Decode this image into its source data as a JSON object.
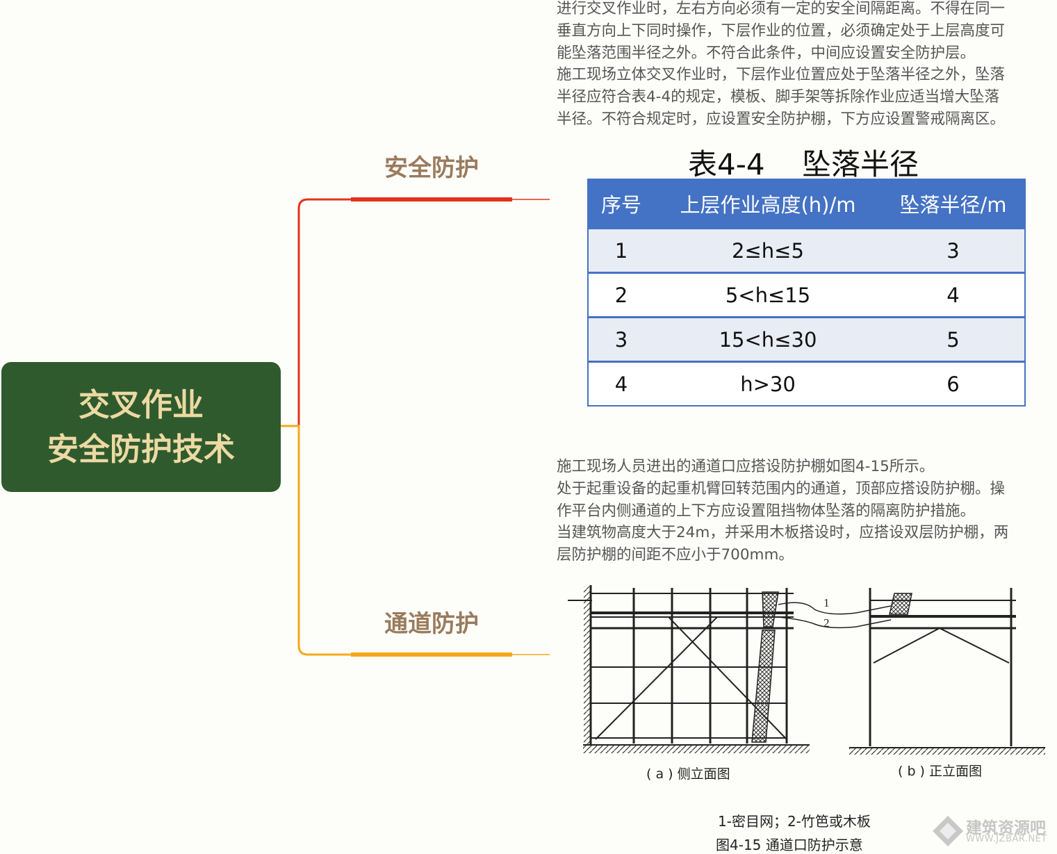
{
  "root": {
    "line1": "交叉作业",
    "line2": "安全防护技术"
  },
  "branches": [
    {
      "label": "安全防护",
      "color": "#e5321b"
    },
    {
      "label": "通道防护",
      "color": "#f5a918"
    }
  ],
  "section1": {
    "lines": [
      "进行交叉作业时，左右方向必须有一定的安全间隔距离。不得在同一",
      "垂直方向上下同时操作，下层作业的位置，必须确定处于上层高度可",
      "能坠落范围半径之外。不符合此条件，中间应设置安全防护层。",
      "施工现场立体交叉作业时，下层作业位置应处于坠落半径之外，坠落",
      "半径应符合表4-4的规定，模板、脚手架等拆除作业应适当增大坠落",
      "半径。不符合规定时，应设置安全防护棚，下方应设置警戒隔离区。"
    ]
  },
  "table": {
    "title": "表4-4    坠落半径",
    "headers": [
      "序号",
      "上层作业高度(h)/m",
      "坠落半径/m"
    ],
    "rows": [
      [
        "1",
        "2≤h≤5",
        "3"
      ],
      [
        "2",
        "5<h≤15",
        "4"
      ],
      [
        "3",
        "15<h≤30",
        "5"
      ],
      [
        "4",
        "h>30",
        "6"
      ]
    ]
  },
  "section2": {
    "lines": [
      "施工现场人员进出的通道口应搭设防护棚如图4-15所示。",
      "处于起重设备的起重机臂回转范围内的通道，顶部应搭设防护棚。操",
      "作平台内侧通道的上下方应设置阻挡物体坠落的隔离防护措施。",
      "当建筑物高度大于24m，并采用木板搭设时，应搭设双层防护棚，两",
      "层防护棚的间距不应小于700mm。"
    ]
  },
  "figure": {
    "callout_1": "1",
    "callout_2": "2",
    "caption_a": "( a ) 侧立面图",
    "caption_b": "( b ) 正立面图",
    "legend": "1-密目网；2-竹笆或木板",
    "title": "图4-15    通道口防护示意"
  },
  "watermark": {
    "name": "建筑资源吧",
    "url": "WWW.JZBAR.NET"
  }
}
